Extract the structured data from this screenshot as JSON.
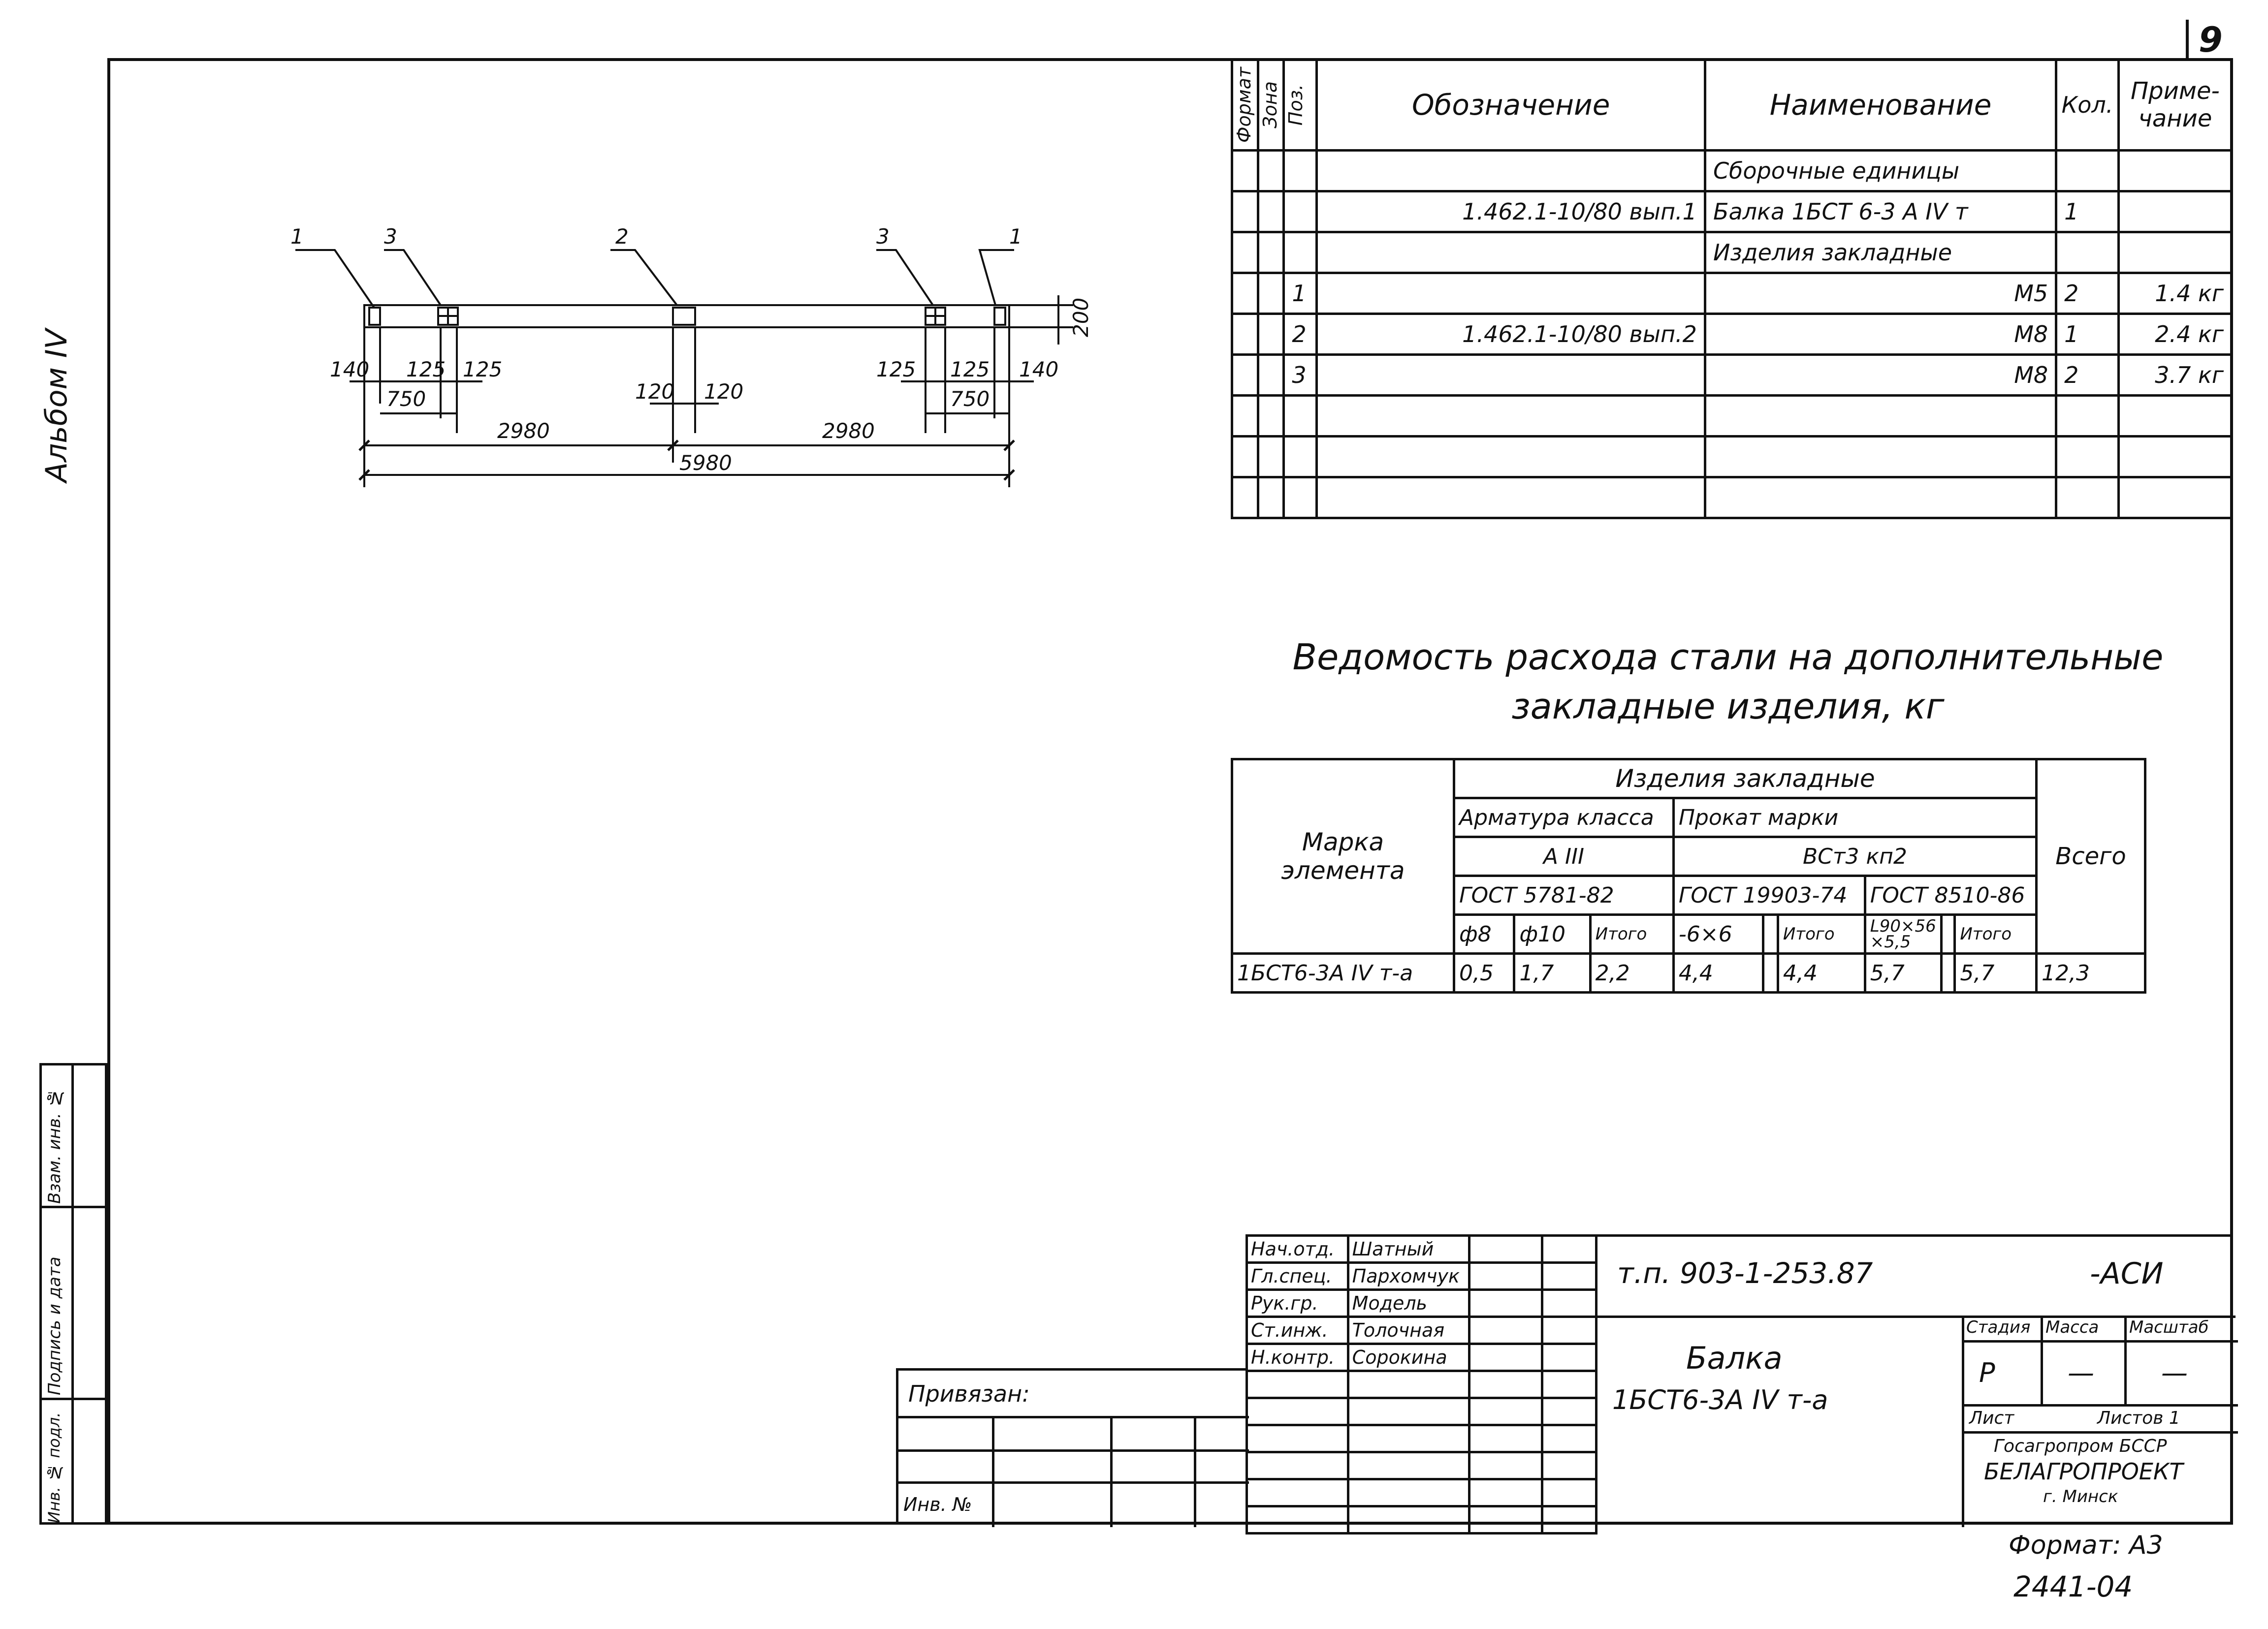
{
  "page_number": "9",
  "album_label": "Альбом IV",
  "left_strip": [
    "Инв. № подл.",
    "Подпись и дата",
    "Взам. инв. №"
  ],
  "drawing": {
    "markers": [
      "1",
      "3",
      "2",
      "3",
      "1"
    ],
    "dims_top_left": [
      "140",
      "125",
      "125"
    ],
    "dim_750_left": "750",
    "dims_center": [
      "120",
      "120"
    ],
    "dims_top_right": [
      "125",
      "125",
      "140"
    ],
    "dim_750_right": "750",
    "height_dim": "200",
    "span_left": "2980",
    "span_right": "2980",
    "total": "5980"
  },
  "spec_table": {
    "headers": [
      "Формат",
      "Зона",
      "Поз.",
      "Обозначение",
      "Наименование",
      "Кол.",
      "Приме-чание"
    ],
    "rows": [
      {
        "pos": "",
        "designation": "",
        "name": "Сборочные единицы",
        "qty": "",
        "note": ""
      },
      {
        "pos": "",
        "designation": "1.462.1-10/80 вып.1",
        "name": "Балка 1БСТ 6-3 А IV т",
        "qty": "1",
        "note": ""
      },
      {
        "pos": "",
        "designation": "",
        "name": "Изделия закладные",
        "qty": "",
        "note": ""
      },
      {
        "pos": "1",
        "designation": "",
        "name": "М5",
        "qty": "2",
        "note": "1.4 кг"
      },
      {
        "pos": "2",
        "designation": "1.462.1-10/80 вып.2",
        "name": "М8",
        "qty": "1",
        "note": "2.4 кг"
      },
      {
        "pos": "3",
        "designation": "",
        "name": "М8",
        "qty": "2",
        "note": "3.7 кг"
      },
      {
        "pos": "",
        "designation": "",
        "name": "",
        "qty": "",
        "note": ""
      },
      {
        "pos": "",
        "designation": "",
        "name": "",
        "qty": "",
        "note": ""
      },
      {
        "pos": "",
        "designation": "",
        "name": "",
        "qty": "",
        "note": ""
      }
    ]
  },
  "vedomost": {
    "title_line1": "Ведомость расхода стали на дополнительные",
    "title_line2": "закладные изделия, кг",
    "h_marka": "Марка элемента",
    "h_izdelia": "Изделия закладные",
    "h_armatura": "Арматура класса",
    "h_prokat": "Прокат марки",
    "h_vsego": "Всего",
    "h_aiii": "А III",
    "h_vst": "ВСт3 кп2",
    "h_gost1": "ГОСТ 5781-82",
    "h_gost2": "ГОСТ 19903-74",
    "h_gost3": "ГОСТ 8510-86",
    "sub": [
      "ф8",
      "ф10",
      "Итого",
      "-6×6",
      "",
      "Итого",
      "L90×56 ×5,5",
      "",
      "Итого"
    ],
    "row": {
      "mark": "1БСТ6-3А IV т-а",
      "values": [
        "0,5",
        "1,7",
        "2,2",
        "4,4",
        "",
        "4,4",
        "5,7",
        "",
        "5,7"
      ],
      "total": "12,3"
    }
  },
  "title_block": {
    "signatures": [
      {
        "role": "Нач.отд.",
        "name": "Шатный"
      },
      {
        "role": "Гл.спец.",
        "name": "Пархомчук"
      },
      {
        "role": "Рук.гр.",
        "name": "Модель"
      },
      {
        "role": "Ст.инж.",
        "name": "Толочная"
      },
      {
        "role": "Н.контр.",
        "name": "Сорокина"
      }
    ],
    "code": "т.п. 903-1-253.87",
    "code_suffix": "-АСИ",
    "item_title": "Балка",
    "item_mark": "1БСТ6-3А IV т-а",
    "stage_header": "Стадия",
    "mass_header": "Масса",
    "scale_header": "Масштаб",
    "stage_value": "Р",
    "mass_value": "—",
    "scale_value": "—",
    "sheet_label": "Лист",
    "sheets_label": "Листов 1",
    "org_line1": "Госагропром БССР",
    "org_line2": "БЕЛАГРОПРОЕКТ",
    "org_line3": "г. Минск",
    "privyazan": "Привязан:",
    "inv_no": "Инв. №"
  },
  "format": "Формат: А3",
  "doc_number": "2441-04"
}
